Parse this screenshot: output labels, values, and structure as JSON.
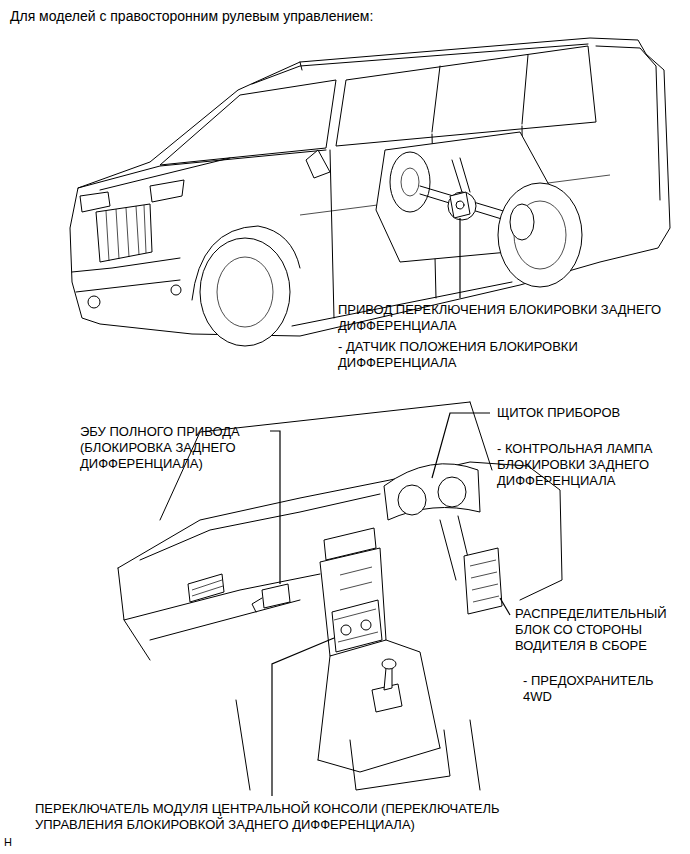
{
  "diagram": {
    "title": "Для моделей с правосторонним рулевым управлением:",
    "labels": [
      "ПРИВОД ПЕРЕКЛЮЧЕНИЯ БЛОКИРОВКИ ЗАДНЕГО ДИФФЕРЕНЦИАЛА",
      "- ДАТЧИК ПОЛОЖЕНИЯ БЛОКИРОВКИ ДИФФЕРЕНЦИАЛА",
      "ЭБУ ПОЛНОГО ПРИВОДА (БЛОКИРОВКА ЗАДНЕГО ДИФФЕРЕНЦИАЛА)",
      "ЩИТОК ПРИБОРОВ",
      "- КОНТРОЛЬНАЯ ЛАМПА БЛОКИРОВКИ ЗАДНЕГО ДИФФЕРЕНЦИАЛА",
      "РАСПРЕДЕЛИТЕЛЬНЫЙ БЛОК СО СТОРОНЫ ВОДИТЕЛЯ В СБОРЕ",
      "- ПРЕДОХРАНИТЕЛЬ 4WD",
      "ПЕРЕКЛЮЧАТЕЛЬ МОДУЛЯ ЦЕНТРАЛЬНОЙ КОНСОЛИ (ПЕРЕКЛЮЧАТЕЛЬ УПРАВЛЕНИЯ БЛОКИРОВКОЙ ЗАДНЕГО ДИФФЕРЕНЦИАЛА)",
      "H"
    ]
  }
}
